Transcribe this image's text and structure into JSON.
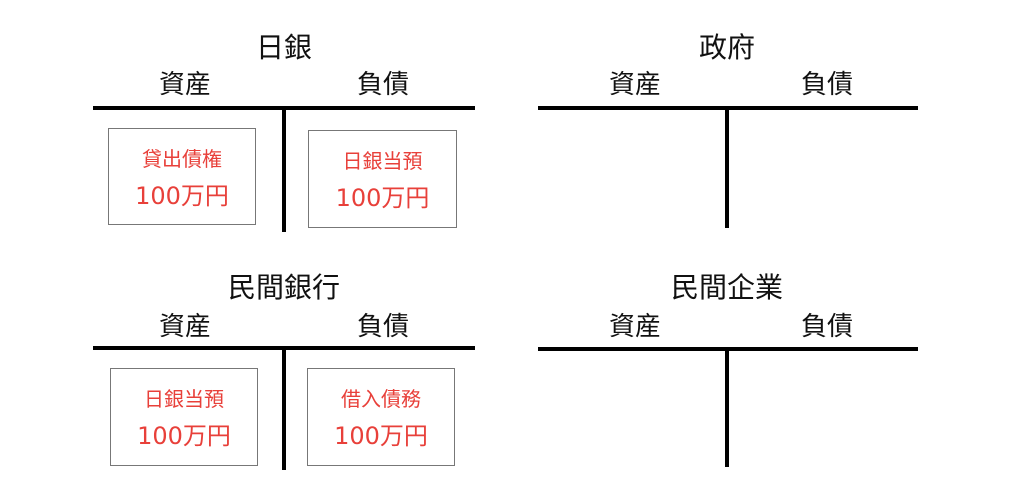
{
  "accounts": [
    {
      "title": "日銀",
      "assets_label": "資産",
      "liabilities_label": "負債",
      "assets": {
        "name": "貸出債権",
        "amount": "100万円"
      },
      "liabilities": {
        "name": "日銀当預",
        "amount": "100万円"
      }
    },
    {
      "title": "政府",
      "assets_label": "資産",
      "liabilities_label": "負債"
    },
    {
      "title": "民間銀行",
      "assets_label": "資産",
      "liabilities_label": "負債",
      "assets": {
        "name": "日銀当預",
        "amount": "100万円"
      },
      "liabilities": {
        "name": "借入債務",
        "amount": "100万円"
      }
    },
    {
      "title": "民間企業",
      "assets_label": "資産",
      "liabilities_label": "負債"
    }
  ],
  "colors": {
    "entry_text": "#e8403a",
    "box_border": "#777777",
    "line": "#000000"
  }
}
